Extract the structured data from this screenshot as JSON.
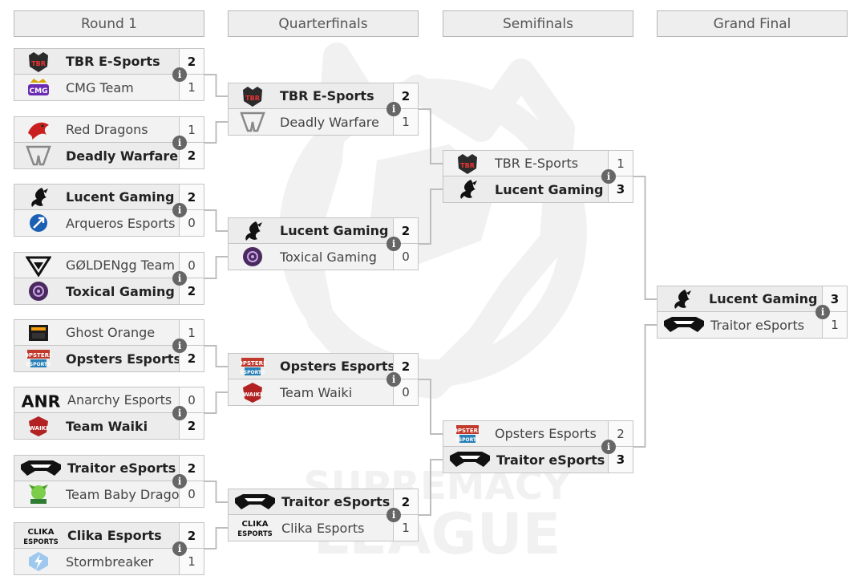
{
  "headers": [
    "Round 1",
    "Quarterfinals",
    "Semifinals",
    "Grand Final"
  ],
  "info_glyph": "i",
  "colors": {
    "line": "#bdbdbd",
    "header_bg": "#eeeeee",
    "watermark": "#f1f1f1"
  },
  "watermark": {
    "line1": "SUPREMACY",
    "line2": "LEAGUE"
  },
  "teams": {
    "tbr": {
      "name": "TBR E-Sports",
      "logo": "tbr-logo"
    },
    "cmg": {
      "name": "CMG Team",
      "logo": "cmg-logo"
    },
    "red": {
      "name": "Red Dragons",
      "logo": "red-dragons-logo"
    },
    "dw": {
      "name": "Deadly Warfare",
      "logo": "deadly-warfare-logo"
    },
    "lucent": {
      "name": "Lucent Gaming",
      "logo": "lucent-dragon-logo"
    },
    "arq": {
      "name": "Arqueros Esports",
      "logo": "arqueros-logo"
    },
    "golden": {
      "name": "GØLDENgg Team",
      "logo": "golden-logo"
    },
    "toxical": {
      "name": "Toxical Gaming",
      "logo": "toxical-logo"
    },
    "ghost": {
      "name": "Ghost Orange",
      "logo": "ghost-orange-logo"
    },
    "opsters": {
      "name": "Opsters Esports",
      "logo": "opsters-logo"
    },
    "anarchy": {
      "name": "Anarchy Esports",
      "logo": "anarchy-logo"
    },
    "waiki": {
      "name": "Team Waiki",
      "logo": "waiki-logo"
    },
    "traitor": {
      "name": "Traitor eSports",
      "logo": "traitor-logo"
    },
    "baby": {
      "name": "Team Baby Dragon",
      "logo": "baby-dragon-logo"
    },
    "clika": {
      "name": "Clika Esports",
      "logo": "clika-logo"
    },
    "storm": {
      "name": "Stormbreaker",
      "logo": "stormbreaker-logo"
    }
  },
  "matches": [
    {
      "round": 0,
      "slot": 0,
      "rows": [
        {
          "team": "tbr",
          "score": "2",
          "win": true
        },
        {
          "team": "cmg",
          "score": "1",
          "win": false
        }
      ]
    },
    {
      "round": 0,
      "slot": 1,
      "rows": [
        {
          "team": "red",
          "score": "1",
          "win": false
        },
        {
          "team": "dw",
          "score": "2",
          "win": true
        }
      ]
    },
    {
      "round": 0,
      "slot": 2,
      "rows": [
        {
          "team": "lucent",
          "score": "2",
          "win": true
        },
        {
          "team": "arq",
          "score": "0",
          "win": false
        }
      ]
    },
    {
      "round": 0,
      "slot": 3,
      "rows": [
        {
          "team": "golden",
          "score": "0",
          "win": false
        },
        {
          "team": "toxical",
          "score": "2",
          "win": true
        }
      ]
    },
    {
      "round": 0,
      "slot": 4,
      "rows": [
        {
          "team": "ghost",
          "score": "1",
          "win": false
        },
        {
          "team": "opsters",
          "score": "2",
          "win": true
        }
      ]
    },
    {
      "round": 0,
      "slot": 5,
      "rows": [
        {
          "team": "anarchy",
          "score": "0",
          "win": false
        },
        {
          "team": "waiki",
          "score": "2",
          "win": true
        }
      ]
    },
    {
      "round": 0,
      "slot": 6,
      "rows": [
        {
          "team": "traitor",
          "score": "2",
          "win": true
        },
        {
          "team": "baby",
          "score": "0",
          "win": false
        }
      ]
    },
    {
      "round": 0,
      "slot": 7,
      "rows": [
        {
          "team": "clika",
          "score": "2",
          "win": true
        },
        {
          "team": "storm",
          "score": "1",
          "win": false
        }
      ]
    },
    {
      "round": 1,
      "slot": 0,
      "rows": [
        {
          "team": "tbr",
          "score": "2",
          "win": true
        },
        {
          "team": "dw",
          "score": "1",
          "win": false
        }
      ]
    },
    {
      "round": 1,
      "slot": 1,
      "rows": [
        {
          "team": "lucent",
          "score": "2",
          "win": true
        },
        {
          "team": "toxical",
          "score": "0",
          "win": false
        }
      ]
    },
    {
      "round": 1,
      "slot": 2,
      "rows": [
        {
          "team": "opsters",
          "score": "2",
          "win": true
        },
        {
          "team": "waiki",
          "score": "0",
          "win": false
        }
      ]
    },
    {
      "round": 1,
      "slot": 3,
      "rows": [
        {
          "team": "traitor",
          "score": "2",
          "win": true
        },
        {
          "team": "clika",
          "score": "1",
          "win": false
        }
      ]
    },
    {
      "round": 2,
      "slot": 0,
      "rows": [
        {
          "team": "tbr",
          "score": "1",
          "win": false
        },
        {
          "team": "lucent",
          "score": "3",
          "win": true
        }
      ]
    },
    {
      "round": 2,
      "slot": 1,
      "rows": [
        {
          "team": "opsters",
          "score": "2",
          "win": false
        },
        {
          "team": "traitor",
          "score": "3",
          "win": true
        }
      ]
    },
    {
      "round": 3,
      "slot": 0,
      "rows": [
        {
          "team": "lucent",
          "score": "3",
          "win": true
        },
        {
          "team": "traitor",
          "score": "1",
          "win": false
        }
      ]
    }
  ]
}
